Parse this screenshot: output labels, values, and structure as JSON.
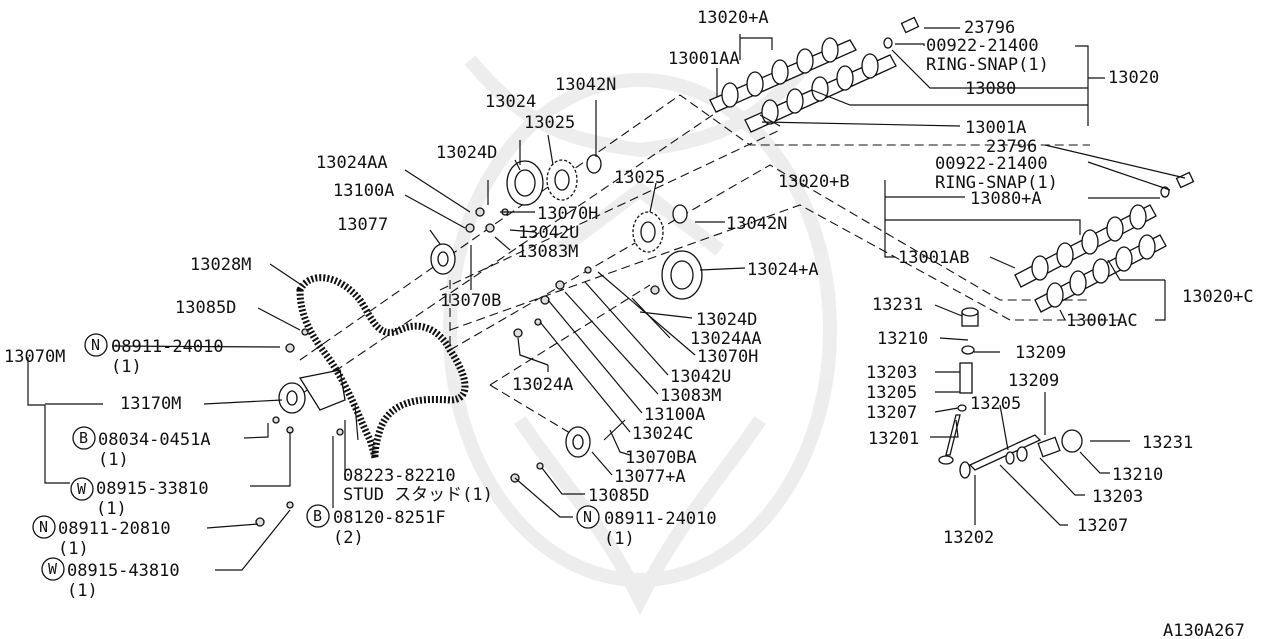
{
  "labels": {
    "p13020A": "13020+A",
    "p13001AA": "13001AA",
    "p23796a": "23796",
    "p00922a": "00922-21400",
    "pRingSnap1": "RING-SNAP(1)",
    "p13020": "13020",
    "p13080": "13080",
    "p13001A": "13001A",
    "p13024": "13024",
    "p13042Na": "13042N",
    "p13025a": "13025",
    "p13024D_a": "13024D",
    "p13024AA_a": "13024AA",
    "p13100A_a": "13100A",
    "p13070H_a": "13070H",
    "p13042U_a": "13042U",
    "p13077": "13077",
    "p13083M_a": "13083M",
    "p13028M": "13028M",
    "p13070B": "13070B",
    "p13085D_a": "13085D",
    "p08911_24010a": "08911-24010",
    "qty1a": "(1)",
    "p13070M": "13070M",
    "p13170M": "13170M",
    "p08034": "08034-0451A",
    "qty1b": "(1)",
    "p08915_33810": "08915-33810",
    "qty1c": "(1)",
    "p08911_20810": "08911-20810",
    "qty1d": "(1)",
    "p08915_43810": "08915-43810",
    "qty1e": "(1)",
    "p08223": "08223-82210",
    "pStud": "STUD スタッド(1)",
    "p08120": "08120-8251F",
    "qty2": "(2)",
    "p13025b": "13025",
    "p13042Nb": "13042N",
    "p13024plusA": "13024+A",
    "p13024A": "13024A",
    "p13024D_b": "13024D",
    "p13024AA_b": "13024AA",
    "p13070H_b": "13070H",
    "p13042U_b": "13042U",
    "p13083M_b": "13083M",
    "p13100A_b": "13100A",
    "p13024C": "13024C",
    "p13070BA": "13070BA",
    "p13077plusA": "13077+A",
    "p13085D_b": "13085D",
    "p08911_24010b": "08911-24010",
    "qty1f": "(1)",
    "p23796b": "23796",
    "p13020B": "13020+B",
    "p00922b": "00922-21400",
    "pRingSnap2": "RING-SNAP(1)",
    "p13080A": "13080+A",
    "p13001AB": "13001AB",
    "p13020C": "13020+C",
    "p13001AC": "13001AC",
    "p13231a": "13231",
    "p13210a": "13210",
    "p13209a": "13209",
    "p13203a": "13203",
    "p13205a": "13205",
    "p13207a": "13207",
    "p13201": "13201",
    "p13209b": "13209",
    "p13205b": "13205",
    "p13231b": "13231",
    "p13210b": "13210",
    "p13203b": "13203",
    "p13207b": "13207",
    "p13202": "13202",
    "diagramCode": "A130A267"
  },
  "circleMarks": {
    "N": "N",
    "B": "B",
    "W": "W"
  }
}
